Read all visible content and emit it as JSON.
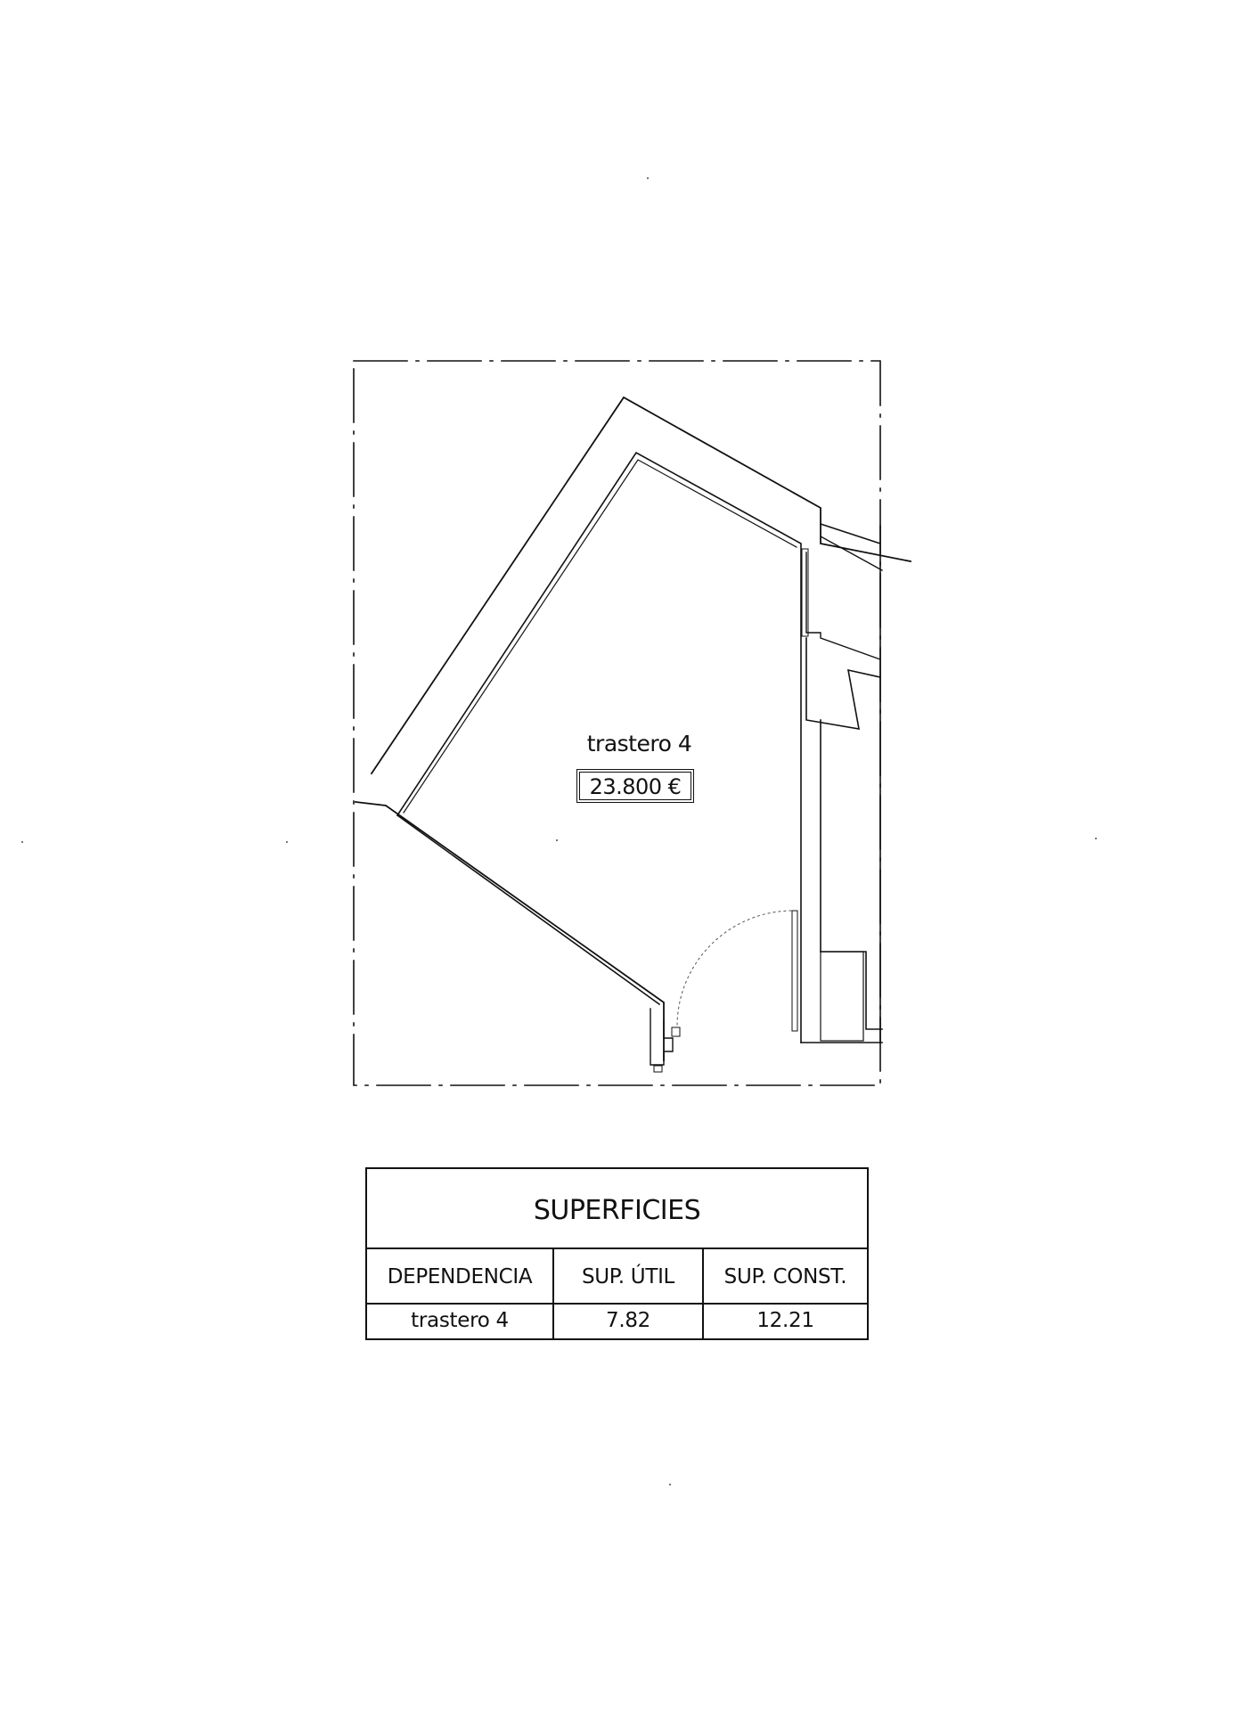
{
  "plan": {
    "room_label": "trastero 4",
    "price": "23.800 €"
  },
  "surfaces_table": {
    "title": "SUPERFICIES",
    "headers": [
      "DEPENDENCIA",
      "SUP. ÚTIL",
      "SUP. CONST."
    ],
    "rows": [
      [
        "trastero 4",
        "7.82",
        "12.21"
      ]
    ]
  }
}
